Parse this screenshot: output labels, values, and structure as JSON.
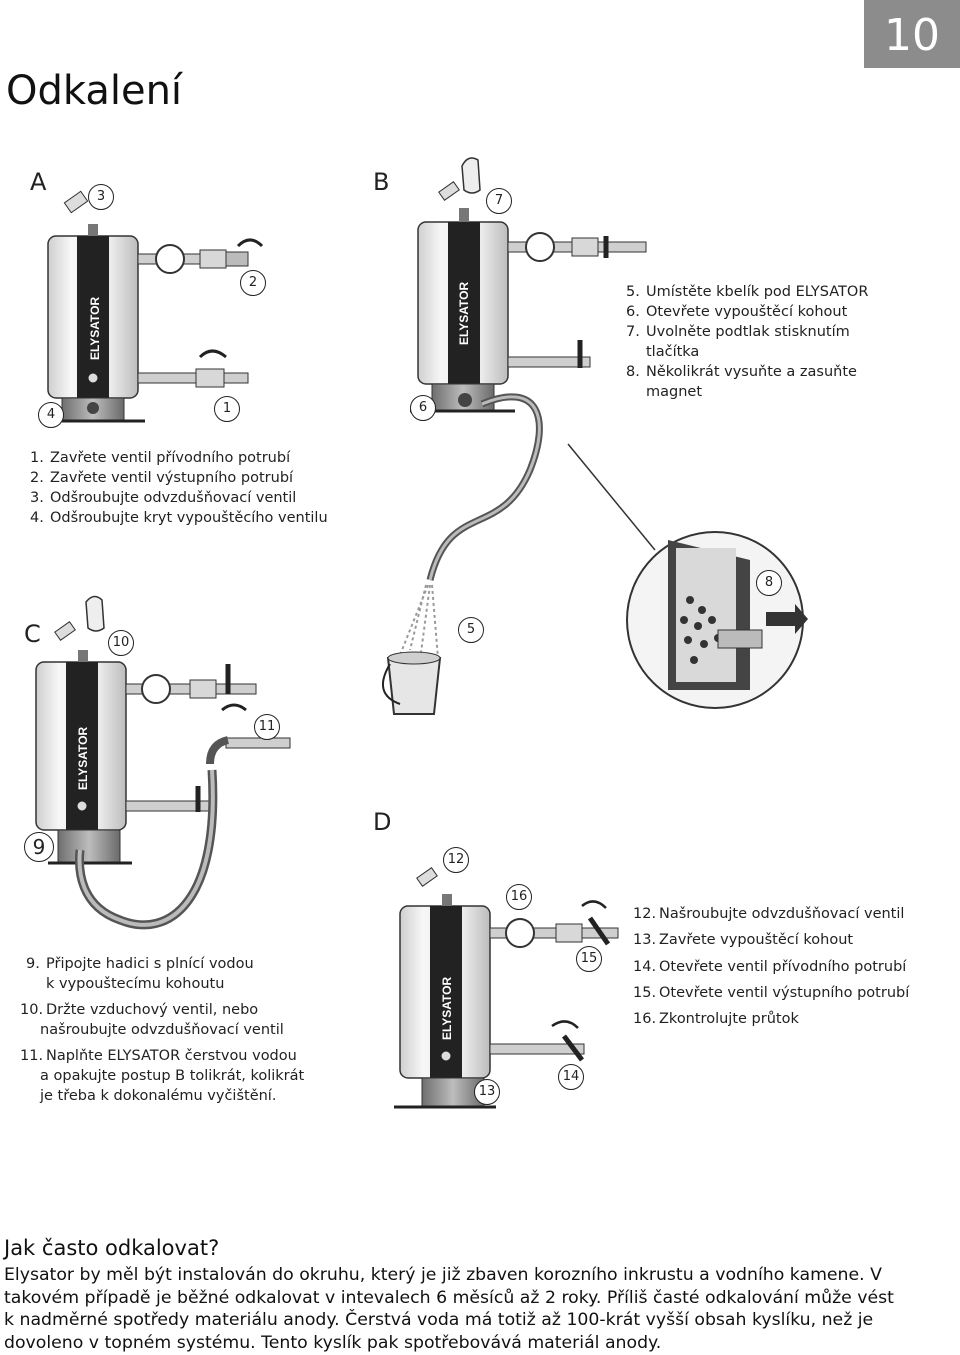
{
  "page_number": "10",
  "title": "Odkalení",
  "panels": {
    "A": {
      "letter": "A",
      "markers": [
        "1",
        "2",
        "3",
        "4"
      ],
      "steps": [
        {
          "n": "1.",
          "text": "Zavřete ventil přívodního potrubí"
        },
        {
          "n": "2.",
          "text": "Zavřete ventil výstupního potrubí"
        },
        {
          "n": "3.",
          "text": "Odšroubujte odvzdušňovací ventil"
        },
        {
          "n": "4.",
          "text": "Odšroubujte kryt vypouštěcího ventilu"
        }
      ],
      "tank_label": "ELYSATOR"
    },
    "B": {
      "letter": "B",
      "markers": [
        "5",
        "6",
        "7",
        "8"
      ],
      "steps": [
        {
          "n": "5.",
          "text": "Umístěte kbelík pod  ELYSATOR"
        },
        {
          "n": "6.",
          "text": "Otevřete vypouštěcí kohout"
        },
        {
          "n": "7.",
          "text": "Uvolněte podtlak stisknutím",
          "cont": "tlačítka"
        },
        {
          "n": "8.",
          "text": "Několikrát vysuňte a zasuňte",
          "cont": "magnet"
        }
      ],
      "tank_label": "ELYSATOR"
    },
    "C": {
      "letter": "C",
      "markers": [
        "9",
        "10",
        "11"
      ],
      "steps": [
        {
          "n": "9.",
          "text": "Připojte hadici s plnící vodou",
          "cont": "k vypouštecímu kohoutu"
        },
        {
          "n": "10.",
          "text": "Držte vzduchový ventil, nebo",
          "cont": "našroubujte odvzdušňovací ventil"
        },
        {
          "n": "11.",
          "text": "Naplňte ELYSATOR čerstvou vodou",
          "cont": "a opakujte postup B tolikrát, kolikrát",
          "cont2": "je třeba k dokonalému vyčištění."
        }
      ],
      "tank_label": "ELYSATOR"
    },
    "D": {
      "letter": "D",
      "markers": [
        "12",
        "13",
        "14",
        "15",
        "16"
      ],
      "steps": [
        {
          "n": "12.",
          "text": "Našroubujte odvzdušňovací ventil"
        },
        {
          "n": "13.",
          "text": "Zavřete vypouštěcí kohout"
        },
        {
          "n": "14.",
          "text": "Otevřete ventil přívodního potrubí"
        },
        {
          "n": "15.",
          "text": "Otevřete ventil výstupního potrubí"
        },
        {
          "n": "16.",
          "text": "Zkontrolujte průtok"
        }
      ],
      "tank_label": "ELYSATOR"
    }
  },
  "faq": {
    "heading": "Jak často odkalovat?",
    "lines": [
      "Elysator by měl být instalován do okruhu, který je již zbaven korozního inkrustu a vodního kamene. V",
      "takovém případě je běžné odkalovat v intevalech 6 měsíců až 2 roky.  Příliš časté odkalování může vést",
      "k nadměrné spotředy materiálu anody. Čerstvá voda má totiž až 100-krát vyšší obsah kyslíku, než je",
      "dovoleno v topném systému. Tento kyslík pak spotřebovává materiál anody."
    ]
  },
  "colors": {
    "badge_bg": "#8c8c8c",
    "tank_stripe": "#1f1f1f",
    "tank_body": "#f2f2f2"
  }
}
